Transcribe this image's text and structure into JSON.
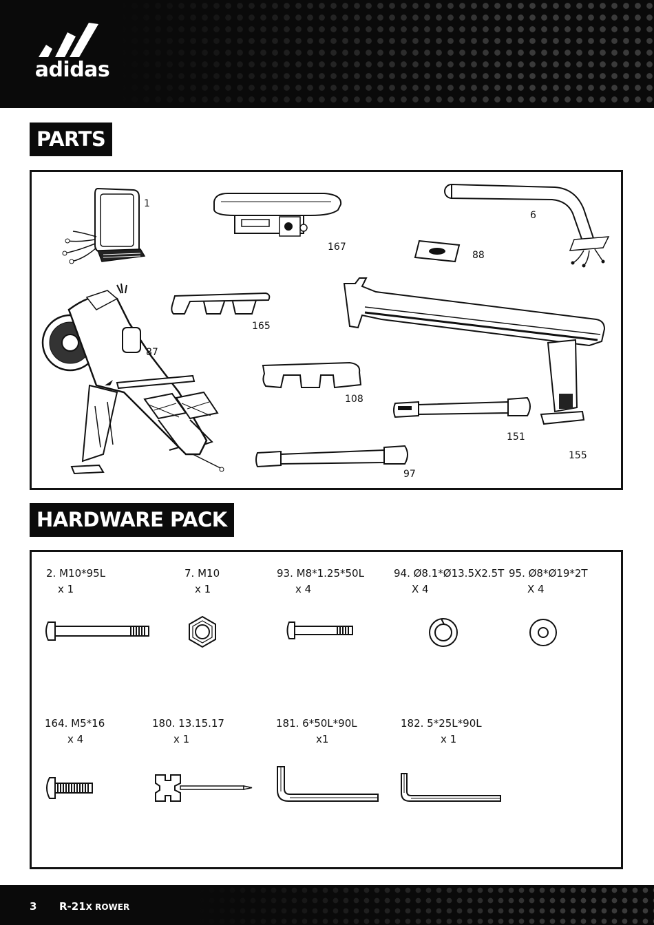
{
  "brand": {
    "logo_text": "adidas"
  },
  "sections": {
    "parts_title": "PARTS",
    "hardware_title": "HARDWARE PACK"
  },
  "parts": [
    {
      "id": "1"
    },
    {
      "id": "167"
    },
    {
      "id": "6"
    },
    {
      "id": "88"
    },
    {
      "id": "165"
    },
    {
      "id": "87"
    },
    {
      "id": "108"
    },
    {
      "id": "151"
    },
    {
      "id": "155"
    },
    {
      "id": "97"
    }
  ],
  "hardware": [
    {
      "label": "2. M10*95L",
      "qty": "x 1"
    },
    {
      "label": "7. M10",
      "qty": "x 1"
    },
    {
      "label": "93. M8*1.25*50L",
      "qty": "x 4"
    },
    {
      "label": "94. Ø8.1*Ø13.5X2.5T",
      "qty": "X 4"
    },
    {
      "label": "95. Ø8*Ø19*2T",
      "qty": "X 4"
    },
    {
      "label": "164. M5*16",
      "qty": "x 4"
    },
    {
      "label": "180. 13.15.17",
      "qty": "x 1"
    },
    {
      "label": "181. 6*50L*90L",
      "qty": "x1"
    },
    {
      "label": "182. 5*25L*90L",
      "qty": "x 1"
    }
  ],
  "footer": {
    "page": "3",
    "model_main": "R-21",
    "model_sub": "X ROWER"
  }
}
